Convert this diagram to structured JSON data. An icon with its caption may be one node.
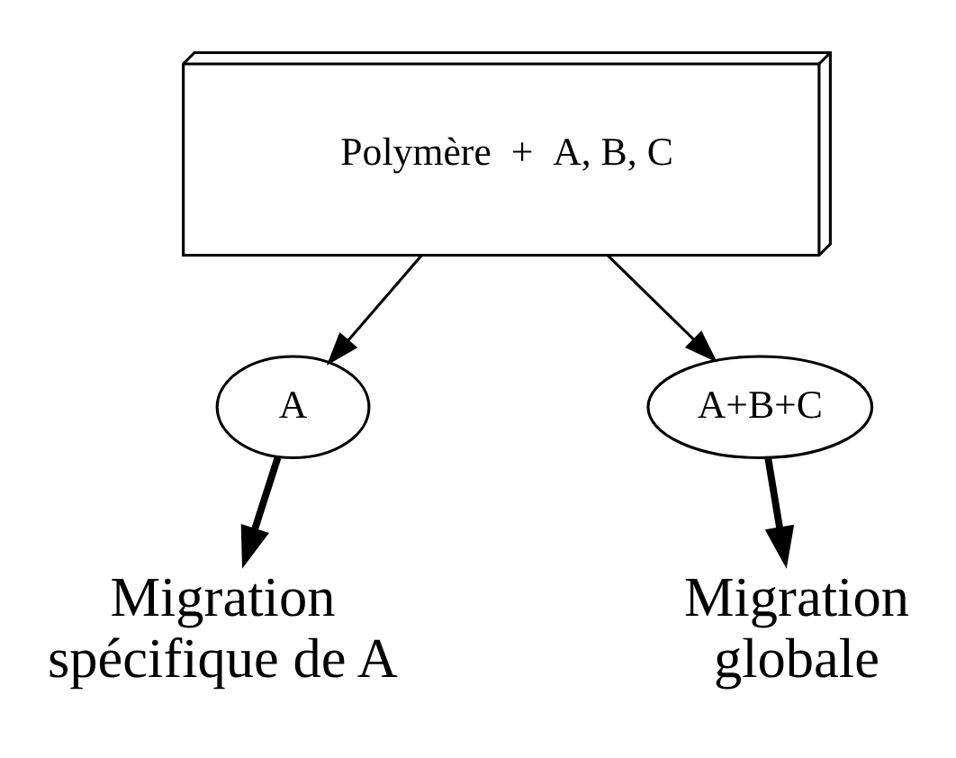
{
  "diagram": {
    "nodes": [
      {
        "text": [
          "Polymère  +  A, B, C"
        ]
      },
      {
        "text": [
          "A"
        ]
      },
      {
        "text": [
          "A+B+C"
        ]
      },
      {
        "text": [
          "Migration spécifique de A"
        ]
      },
      {
        "text": [
          "Migration globale"
        ]
      }
    ],
    "edges": [
      {
        "from": 0,
        "to": 1,
        "arrow": "to"
      },
      {
        "from": 0,
        "to": 2,
        "arrow": "to"
      },
      {
        "from": 1,
        "to": 3,
        "arrow": "to",
        "style": "thick"
      },
      {
        "from": 2,
        "to": 4,
        "arrow": "to",
        "style": "thick"
      }
    ]
  }
}
